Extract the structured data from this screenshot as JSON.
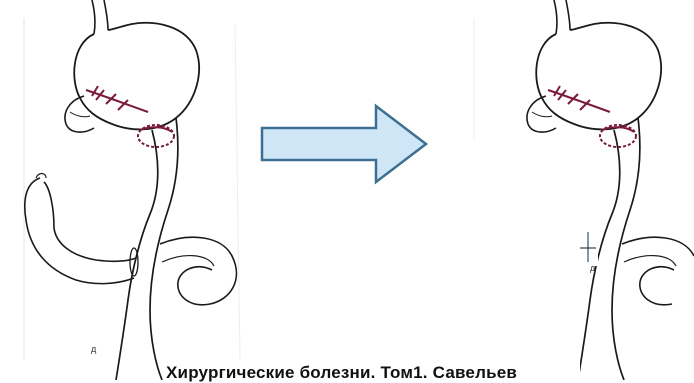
{
  "figure": {
    "left_panel_letter": "д",
    "right_panel_letter": "д",
    "caption": "Хирургические болезни. Том1. Савельев"
  },
  "colors": {
    "outline": "#1a1a1a",
    "suture": "#7a1b3b",
    "arrow_fill": "#cfe6f6",
    "arrow_stroke": "#3d6f93"
  },
  "icons": {
    "arrow": "right-arrow-icon"
  }
}
